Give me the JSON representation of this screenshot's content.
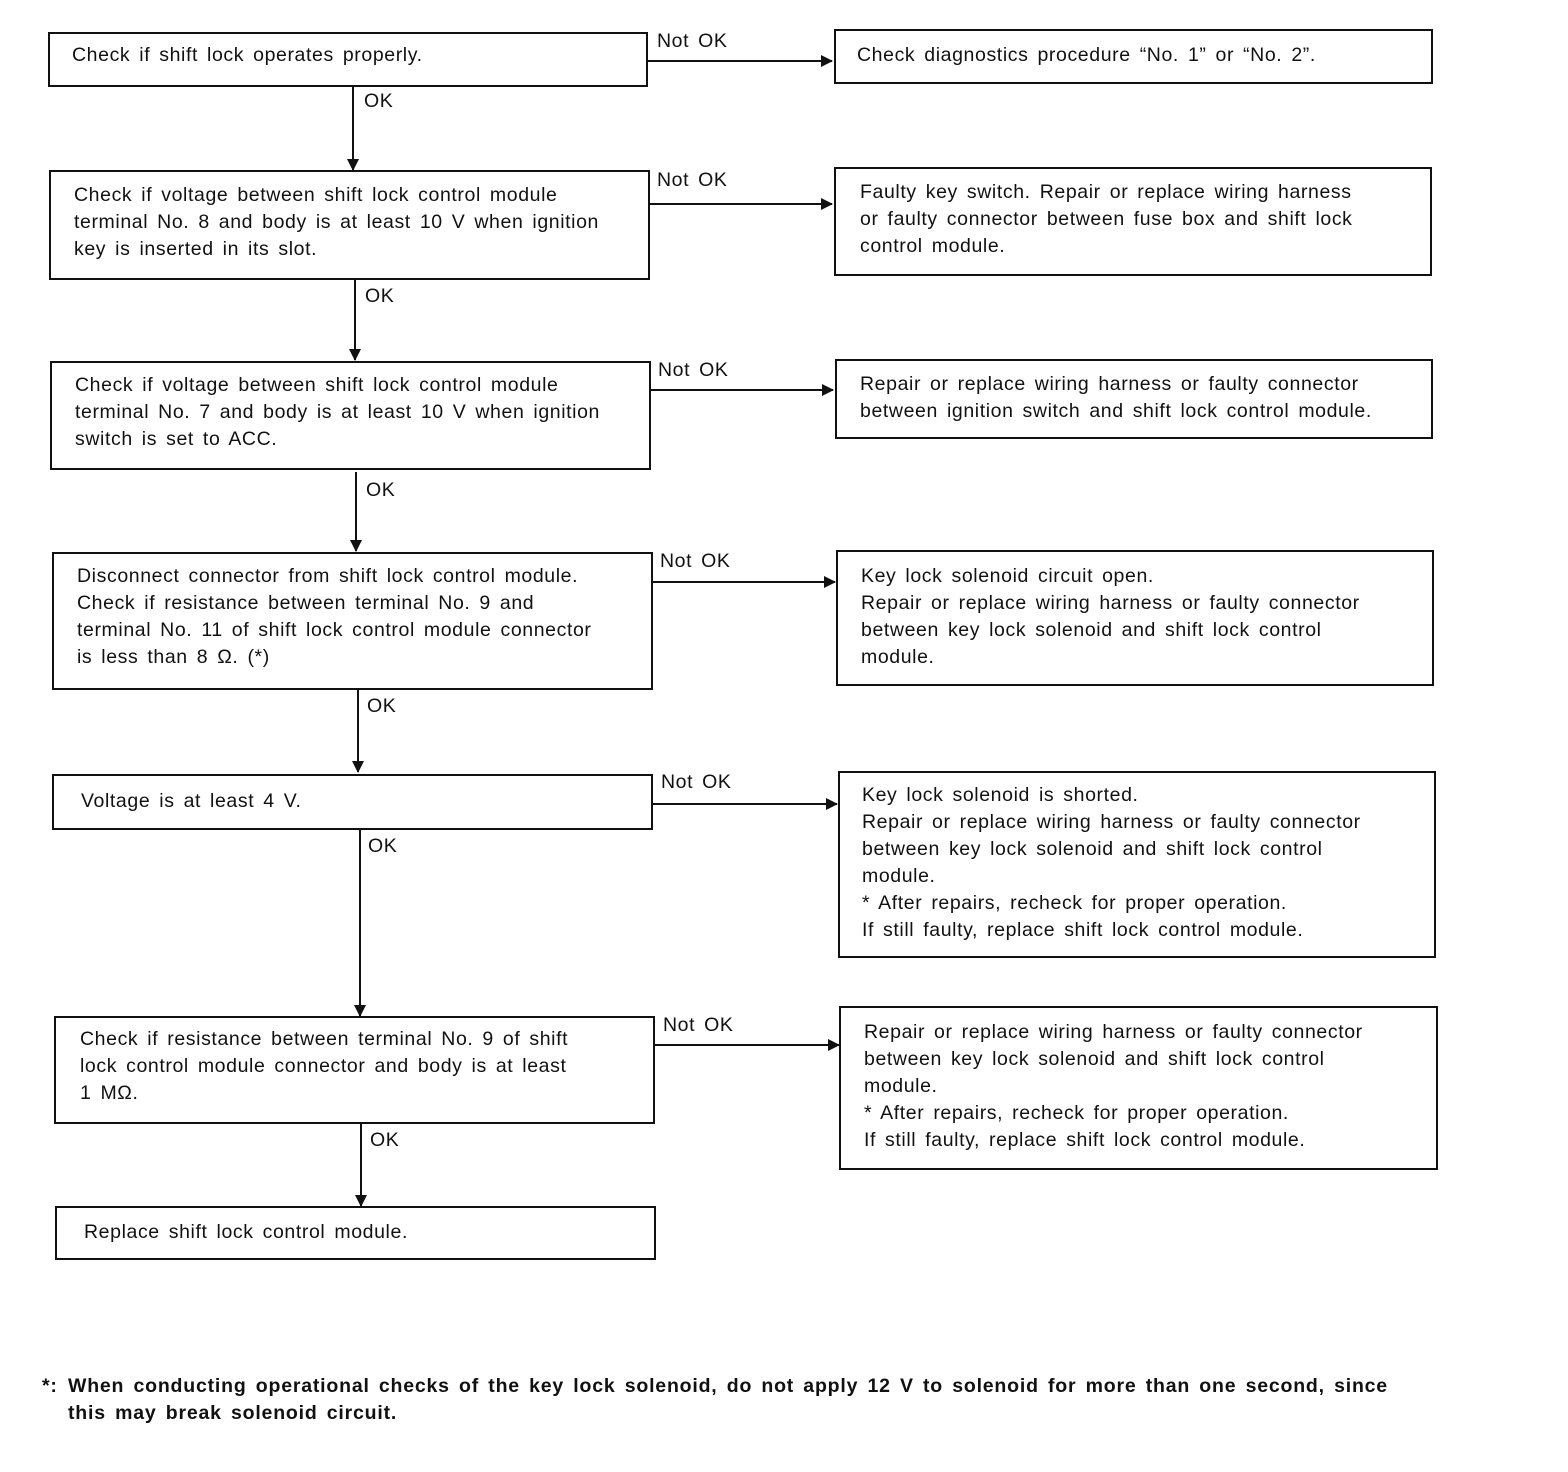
{
  "steps": [
    {
      "text": "Check if shift lock operates properly.",
      "fail_label": "Not OK",
      "pass_label": "OK",
      "remedy": "Check diagnostics procedure “No. 1” or “No. 2”."
    },
    {
      "text": "Check if voltage between shift lock control module\nterminal No. 8 and body is at least 10 V when ignition\nkey is inserted in its slot.",
      "fail_label": "Not OK",
      "pass_label": "OK",
      "remedy": "Faulty key switch. Repair or replace wiring harness\nor faulty connector between fuse box and shift lock\ncontrol module."
    },
    {
      "text": "Check if voltage between shift lock control module\nterminal No. 7 and body is at least 10 V when ignition\nswitch is set to ACC.",
      "fail_label": "Not OK",
      "pass_label": "OK",
      "remedy": "Repair or replace wiring harness or faulty connector\nbetween ignition switch and shift lock control module."
    },
    {
      "text": "Disconnect connector from shift lock control module.\nCheck if resistance between terminal No. 9 and\nterminal No. 11 of shift lock control module connector\nis less than 8 Ω. (*)",
      "fail_label": "Not OK",
      "pass_label": "OK",
      "remedy": "Key lock solenoid circuit open.\nRepair or replace wiring harness or faulty connector\nbetween key lock solenoid and shift lock control\nmodule."
    },
    {
      "text": "Voltage is at least 4 V.",
      "fail_label": "Not OK",
      "pass_label": "OK",
      "remedy": "Key lock solenoid is shorted.\nRepair or replace wiring harness or faulty connector\nbetween key lock solenoid and shift lock control\nmodule.\n* After repairs, recheck for proper operation.\nIf still faulty, replace shift lock control module."
    },
    {
      "text": "Check if resistance between terminal No. 9 of shift\nlock control module connector and body is at least\n1 MΩ.",
      "fail_label": "Not OK",
      "pass_label": "OK",
      "remedy": "Repair or replace wiring harness or faulty connector\nbetween key lock solenoid and shift lock control\nmodule.\n* After repairs, recheck for proper operation.\nIf still faulty, replace shift lock control module."
    }
  ],
  "final_step": "Replace shift lock control module.",
  "footnote": {
    "marker": "*:",
    "line1": "When conducting operational checks of the key lock solenoid, do not apply 12 V to solenoid for more than one second, since",
    "line2": "this may break solenoid circuit."
  }
}
